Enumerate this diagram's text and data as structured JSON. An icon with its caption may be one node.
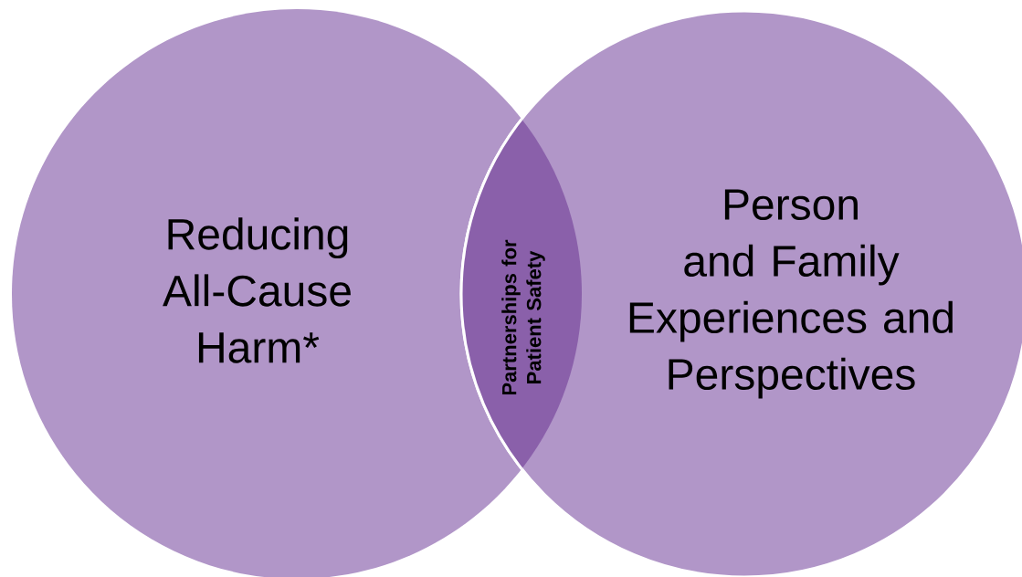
{
  "diagram": {
    "nodes": [
      {
        "text": [
          "Reducing All-Cause Harm*"
        ]
      },
      {
        "text": [
          "Person and Family Experiences and Perspectives"
        ]
      },
      {
        "text": [
          "Partnerships for Patient Safety"
        ]
      }
    ]
  }
}
